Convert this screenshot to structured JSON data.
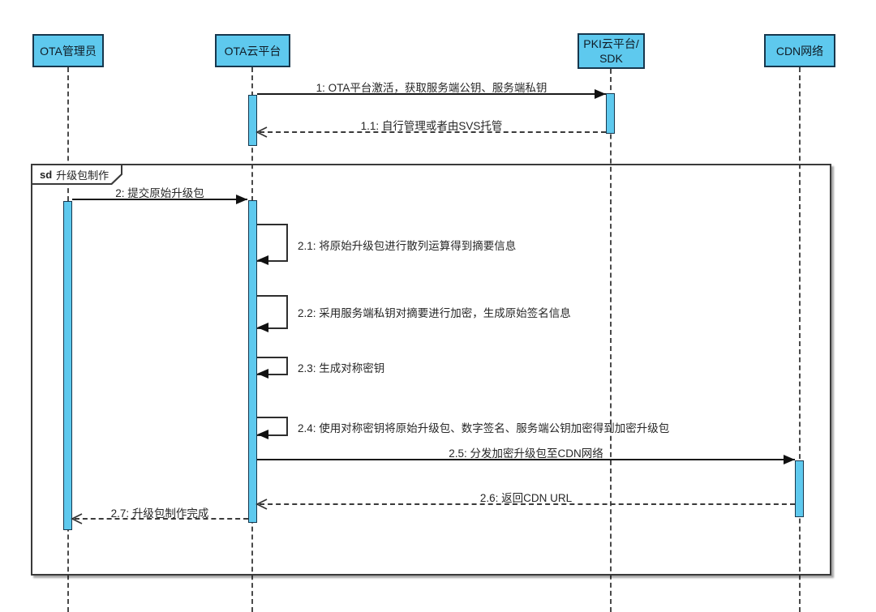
{
  "colors": {
    "actor_fill": "#5ec9ee",
    "actor_border": "#17374d",
    "line": "#1a1a1a",
    "text": "#222222"
  },
  "actors": [
    {
      "id": "ota-admin",
      "label": "OTA管理员"
    },
    {
      "id": "ota-cloud",
      "label": "OTA云平台"
    },
    {
      "id": "pki",
      "label": "PKI云平台/SDK",
      "line1": "PKI云平台/",
      "line2": "SDK"
    },
    {
      "id": "cdn",
      "label": "CDN网络"
    }
  ],
  "frame": {
    "keyword": "sd",
    "title": "升级包制作"
  },
  "messages": {
    "m1": {
      "label": "1: OTA平台激活，获取服务端公钥、服务端私钥",
      "type": "sync"
    },
    "m1r": {
      "label": "1.1: 自行管理或者由SVS托管",
      "type": "return"
    },
    "m2": {
      "label": "2: 提交原始升级包",
      "type": "sync"
    },
    "m21": {
      "label": "2.1: 将原始升级包进行散列运算得到摘要信息",
      "type": "self"
    },
    "m22": {
      "label": "2.2: 采用服务端私钥对摘要进行加密，生成原始签名信息",
      "type": "self"
    },
    "m23": {
      "label": "2.3: 生成对称密钥",
      "type": "self"
    },
    "m24": {
      "label": "2.4: 使用对称密钥将原始升级包、数字签名、服务端公钥加密得到加密升级包",
      "type": "self"
    },
    "m25": {
      "label": "2.5: 分发加密升级包至CDN网络",
      "type": "sync"
    },
    "m26": {
      "label": "2.6: 返回CDN URL",
      "type": "return"
    },
    "m27": {
      "label": "2.7: 升级包制作完成",
      "type": "return"
    }
  }
}
